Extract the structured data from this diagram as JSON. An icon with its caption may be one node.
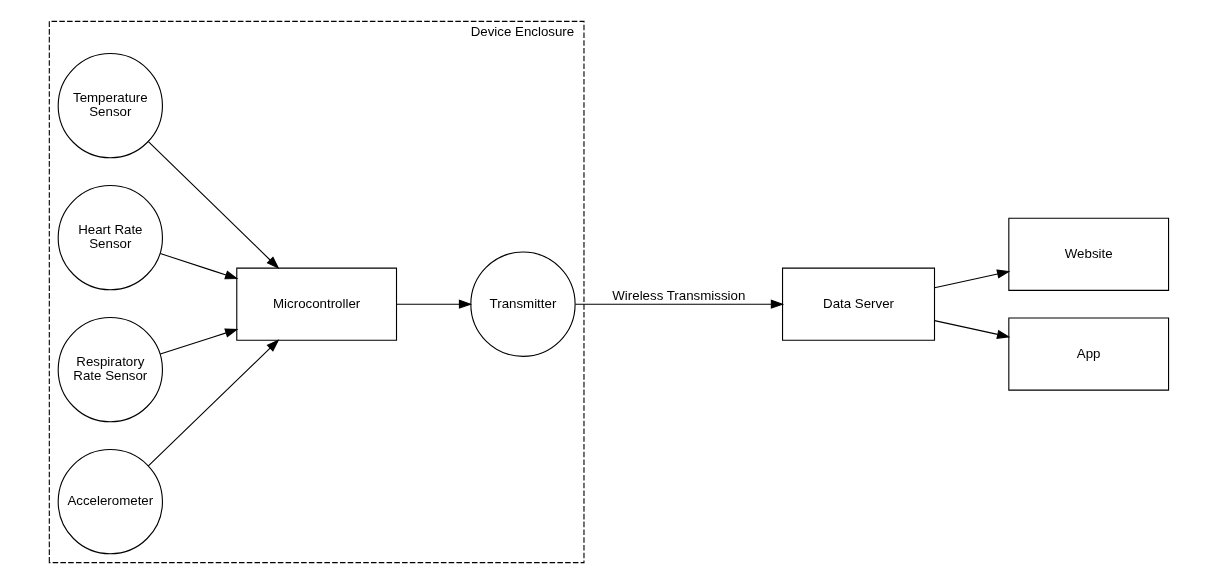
{
  "diagram": {
    "nodes": [
      {
        "text": [
          "Device Enclosure"
        ]
      },
      {
        "text": [
          "Temperature Sensor"
        ],
        "in": 0
      },
      {
        "text": [
          "Heart Rate Sensor"
        ],
        "in": 0
      },
      {
        "text": [
          "Respiratory Rate Sensor"
        ],
        "in": 0
      },
      {
        "text": [
          "Accelerometer"
        ],
        "in": 0
      },
      {
        "text": [
          "Microcontroller"
        ],
        "in": 0
      },
      {
        "text": [
          "Transmitter"
        ],
        "in": 0
      },
      {
        "text": [
          "Data Server"
        ]
      },
      {
        "text": [
          "Website"
        ]
      },
      {
        "text": [
          "App"
        ]
      }
    ],
    "edges": [
      {
        "from": 1,
        "to": 5,
        "arrow": "to"
      },
      {
        "from": 2,
        "to": 5,
        "arrow": "to"
      },
      {
        "from": 3,
        "to": 5,
        "arrow": "to"
      },
      {
        "from": 4,
        "to": 5,
        "arrow": "to"
      },
      {
        "from": 5,
        "to": 6,
        "arrow": "to"
      },
      {
        "from": 6,
        "to": 7,
        "arrow": "to",
        "label": "Wireless Transmission"
      },
      {
        "from": 7,
        "to": 8,
        "arrow": "to"
      },
      {
        "from": 7,
        "to": 9,
        "arrow": "to"
      }
    ]
  }
}
